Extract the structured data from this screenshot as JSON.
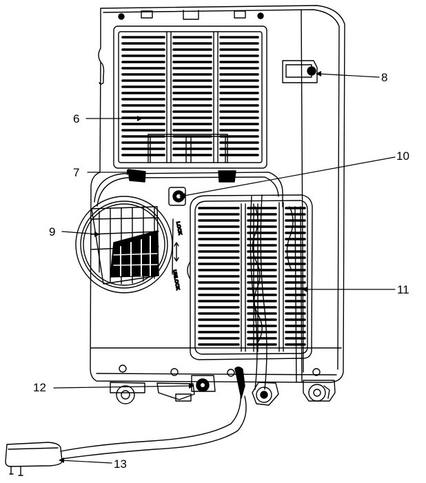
{
  "callouts": {
    "c6": "6",
    "c7": "7",
    "c8": "8",
    "c9": "9",
    "c10": "10",
    "c11": "11",
    "c12": "12",
    "c13": "13"
  },
  "duct_ring": {
    "lock": "LOCK",
    "unlock": "UNLOCK"
  },
  "colors": {
    "line": "#000000",
    "background": "#ffffff"
  }
}
